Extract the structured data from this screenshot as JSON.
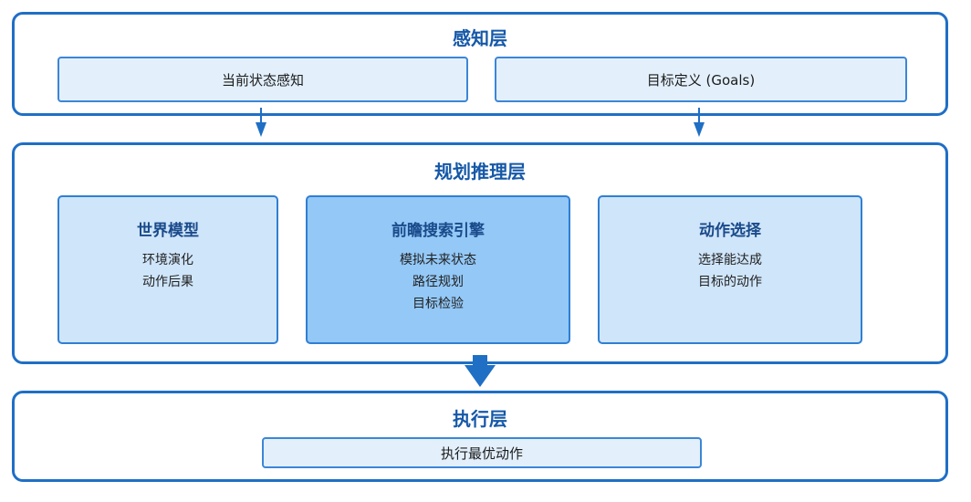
{
  "perception": {
    "title": "感知层",
    "left_box": "当前状态感知",
    "right_box": "目标定义 (Goals)"
  },
  "planning": {
    "title": "规划推理层",
    "cards": [
      {
        "title": "世界模型",
        "lines": [
          "环境演化",
          "动作后果"
        ]
      },
      {
        "title": "前瞻搜索引擎",
        "lines": [
          "模拟未来状态",
          "路径规划",
          "目标检验"
        ]
      },
      {
        "title": "动作选择",
        "lines": [
          "选择能达成",
          "目标的动作"
        ]
      }
    ]
  },
  "execution": {
    "title": "执行层",
    "box": "执行最优动作"
  },
  "colors": {
    "border": "#1f6fc5",
    "card_light": "#cfe5fa",
    "card_highlight": "#93c8f7",
    "bar_fill": "#e3f0fc"
  }
}
